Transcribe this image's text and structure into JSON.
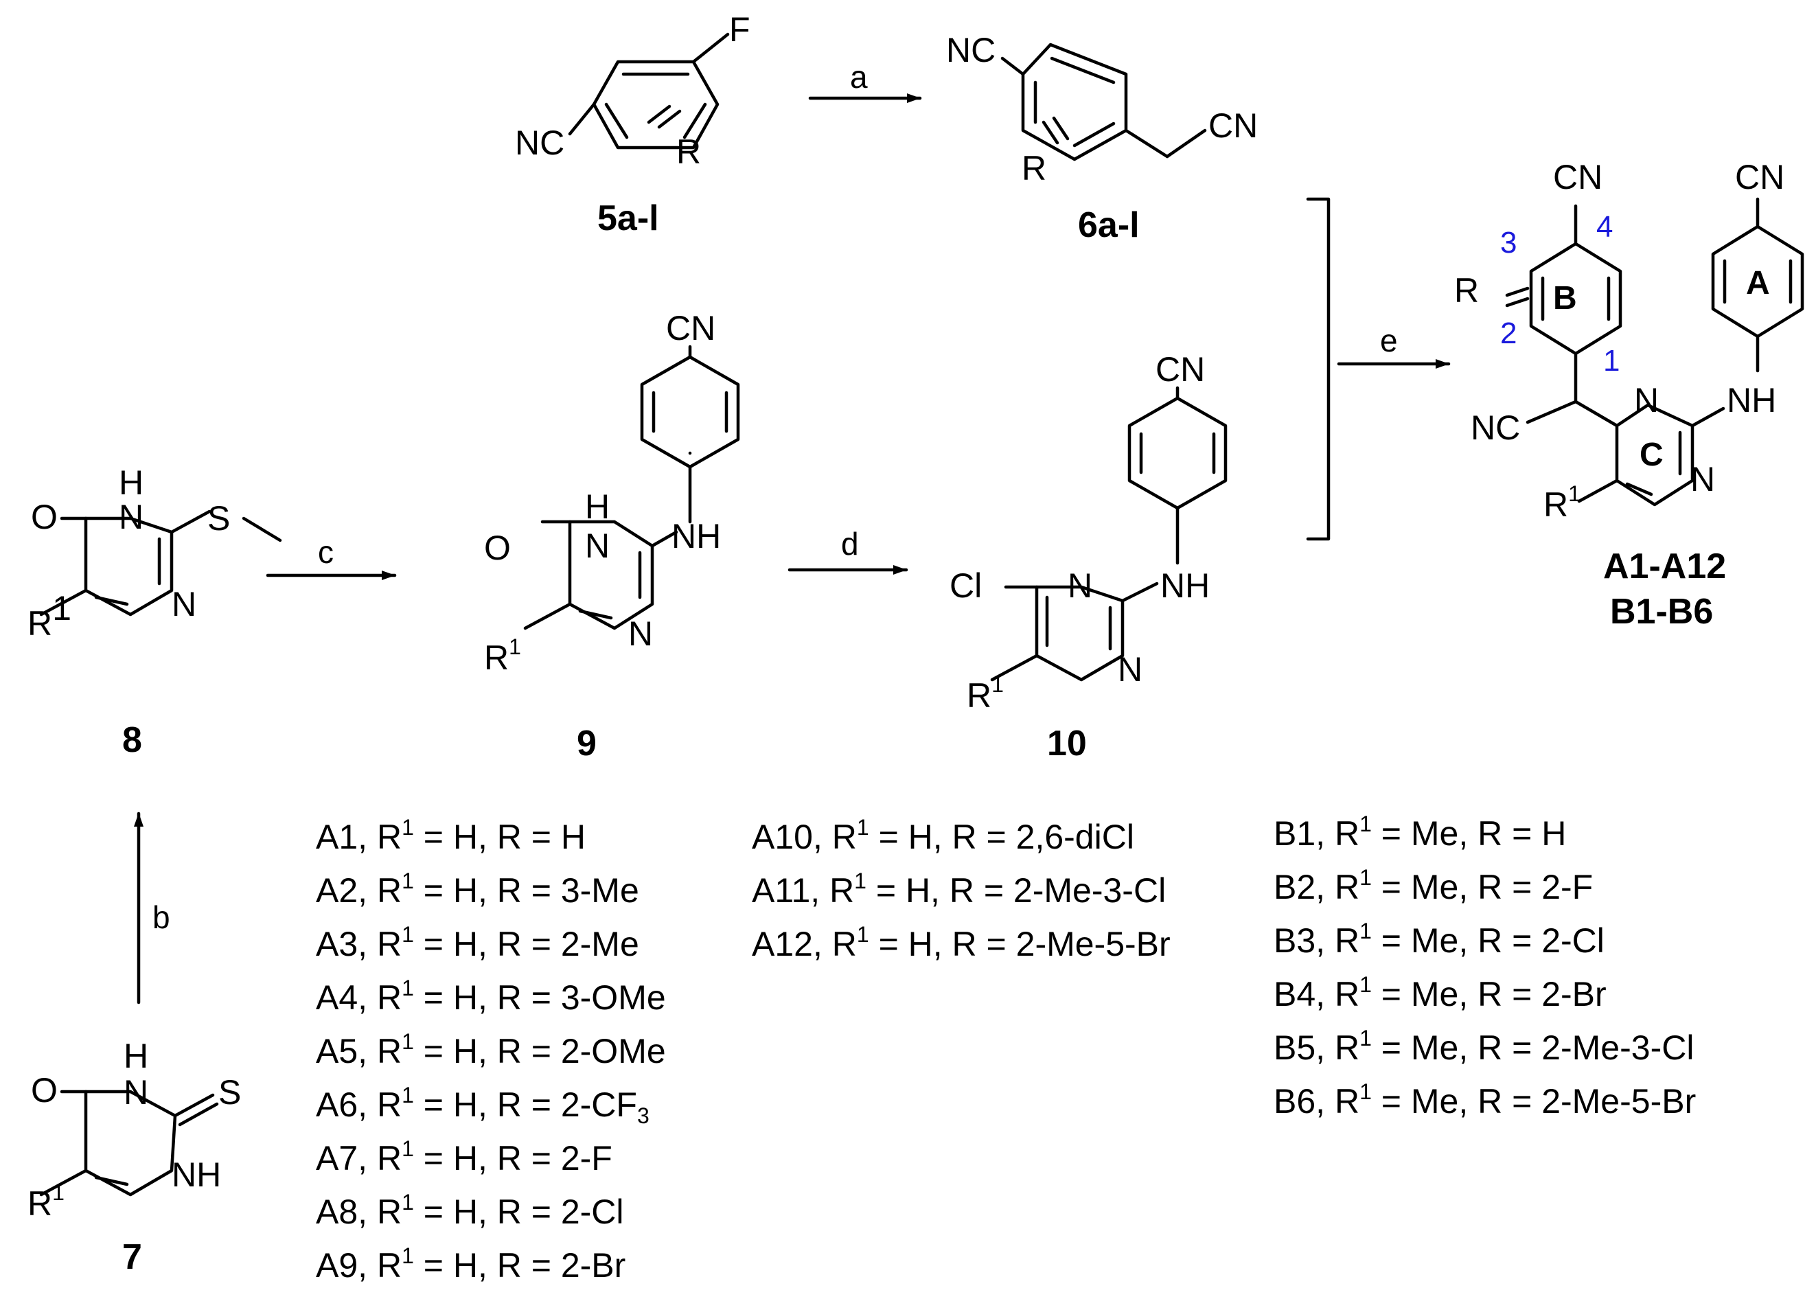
{
  "atoms": {
    "nc": "NC",
    "cn": "CN",
    "f": "F",
    "r": "R",
    "r1": "R",
    "sup1": "1",
    "n": "N",
    "h": "H",
    "nh": "NH",
    "o": "O",
    "s": "S",
    "cl": "Cl"
  },
  "compounds": {
    "c5": "5a-l",
    "c6": "6a-l",
    "c8": "8",
    "c9": "9",
    "c10": "10",
    "c7": "7",
    "product_a": "A1-A12",
    "product_b": "B1-B6"
  },
  "conditions": {
    "a": "a",
    "b": "b",
    "c": "c",
    "d": "d",
    "e": "e"
  },
  "rings": {
    "a": "A",
    "b": "B",
    "c": "C"
  },
  "positions": {
    "p1": "1",
    "p2": "2",
    "p3": "3",
    "p4": "4"
  },
  "legend": {
    "col1": [
      {
        "id": "A1",
        "r1": "H",
        "r": "H"
      },
      {
        "id": "A2",
        "r1": "H",
        "r": "3-Me"
      },
      {
        "id": "A3",
        "r1": "H",
        "r": "2-Me"
      },
      {
        "id": "A4",
        "r1": "H",
        "r": "3-OMe"
      },
      {
        "id": "A5",
        "r1": "H",
        "r": "2-OMe"
      },
      {
        "id": "A6",
        "r1": "H",
        "r": "2-CF",
        "r_sub": "3"
      },
      {
        "id": "A7",
        "r1": "H",
        "r": "2-F"
      },
      {
        "id": "A8",
        "r1": "H",
        "r": "2-Cl"
      },
      {
        "id": "A9",
        "r1": "H",
        "r": "2-Br"
      }
    ],
    "col2": [
      {
        "id": "A10",
        "r1": "H",
        "r": "2,6-diCl"
      },
      {
        "id": "A11",
        "r1": "H",
        "r": "2-Me-3-Cl"
      },
      {
        "id": "A12",
        "r1": "H",
        "r": "2-Me-5-Br"
      }
    ],
    "col3": [
      {
        "id": "B1",
        "r1": "Me",
        "r": "H"
      },
      {
        "id": "B2",
        "r1": "Me",
        "r": "2-F"
      },
      {
        "id": "B3",
        "r1": "Me",
        "r": "2-Cl"
      },
      {
        "id": "B4",
        "r1": "Me",
        "r": "2-Br"
      },
      {
        "id": "B5",
        "r1": "Me",
        "r": "2-Me-3-Cl"
      },
      {
        "id": "B6",
        "r1": "Me",
        "r": "2-Me-5-Br"
      }
    ]
  }
}
